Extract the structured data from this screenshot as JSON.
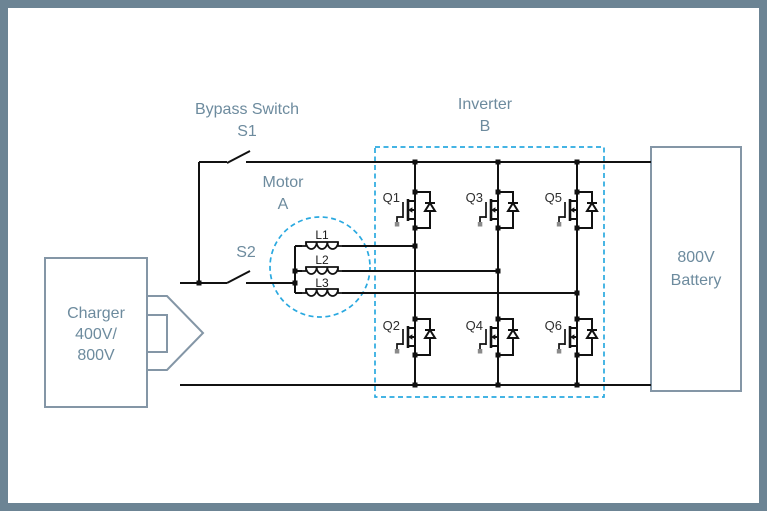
{
  "labels": {
    "bypass": {
      "l1": "Bypass Switch",
      "l2": "S1"
    },
    "motor": {
      "l1": "Motor",
      "l2": "A"
    },
    "inverter": {
      "l1": "Inverter",
      "l2": "B"
    },
    "s2": "S2"
  },
  "charger": {
    "l1": "Charger",
    "l2": "400V/",
    "l3": "800V"
  },
  "battery": {
    "l1": "800V",
    "l2": "Battery"
  },
  "inductors": [
    {
      "label": "L1"
    },
    {
      "label": "L2"
    },
    {
      "label": "L3"
    }
  ],
  "transistors": [
    {
      "label": "Q1"
    },
    {
      "label": "Q2"
    },
    {
      "label": "Q3"
    },
    {
      "label": "Q4"
    },
    {
      "label": "Q5"
    },
    {
      "label": "Q6"
    }
  ],
  "colors": {
    "wire": "#111111",
    "label": "#6d8b9e",
    "box": "#8496a6",
    "dashed": "#2aa9e0",
    "frame": "#6c8494",
    "pad": "#8a8a8a"
  }
}
